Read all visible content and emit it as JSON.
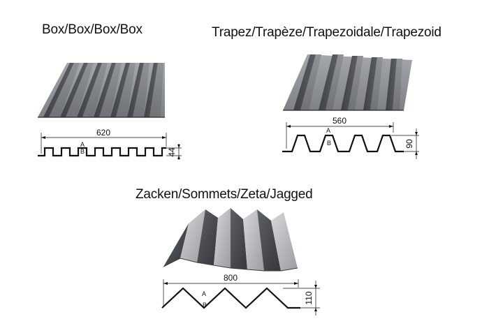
{
  "profiles": [
    {
      "id": "box",
      "title": "Box/Box/Box/Box",
      "width_label": "620",
      "height_label": "44",
      "point_a": "A",
      "point_b": "B"
    },
    {
      "id": "trapez",
      "title": "Trapez/Trapèze/Trapezoidale/Trapezoid",
      "width_label": "560",
      "height_label": "90",
      "point_a": "A",
      "point_b": "B"
    },
    {
      "id": "zacken",
      "title": "Zacken/Sommets/Zeta/Jagged",
      "width_label": "800",
      "height_label": "110",
      "point_a": "A",
      "point_b": "B"
    }
  ]
}
